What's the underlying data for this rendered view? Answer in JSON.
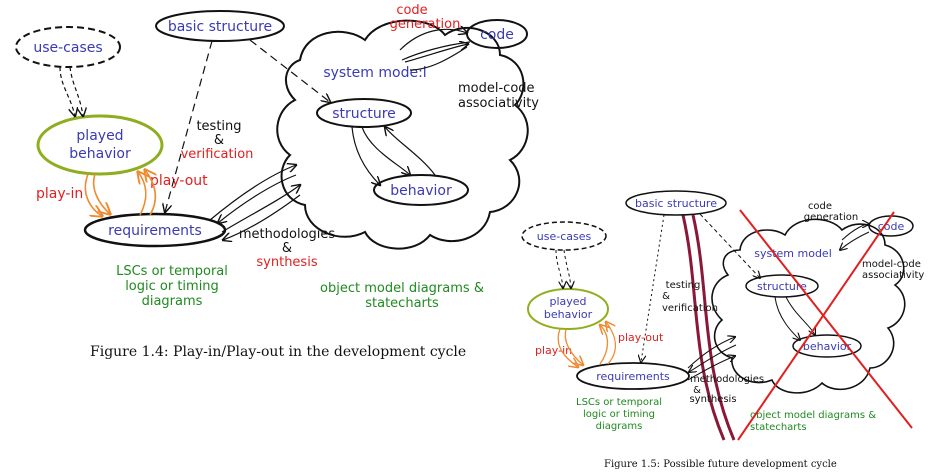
{
  "colors": {
    "blue": "#3a3ab4",
    "red": "#e02020",
    "green": "#1f8a1f",
    "olive": "#8fae1f",
    "orange": "#f08a30",
    "maroon": "#8a1838",
    "crossRed": "#e02020",
    "ink": "#111111"
  },
  "fig1": {
    "use_cases": "use-cases",
    "basic_structure": "basic structure",
    "code": "code",
    "code_generation_1": "code",
    "code_generation_2": "generation",
    "system_model": "system mode:l",
    "model_code_1": "model-code",
    "model_code_2": "associativity",
    "structure": "structure",
    "behavior": "behavior",
    "played_1": "played",
    "played_2": "behavior",
    "testing_1": "testing",
    "testing_2": "&",
    "testing_3": "verification",
    "play_out": "play-out",
    "play_in": "play-in",
    "requirements": "requirements",
    "methodologies_1": "methodologies",
    "methodologies_2": "&",
    "methodologies_3": "synthesis",
    "lscs_1": "LSCs or temporal",
    "lscs_2": "logic or timing",
    "lscs_3": "diagrams",
    "objmodel_1": "object model diagrams &",
    "objmodel_2": "statecharts",
    "caption": "Figure 1.4: Play-in/Play-out in the development cycle"
  },
  "fig2": {
    "basic_structure": "basic structure",
    "code_generation_1": "code",
    "code_generation_2": "generation",
    "code": "code",
    "use_cases": "use-cases",
    "system_model": "system model",
    "model_code_1": "model-code",
    "model_code_2": "associativity",
    "testing_1": "testing",
    "testing_2": "&",
    "testing_3": "verification",
    "structure": "structure",
    "played_1": "played",
    "played_2": "behavior",
    "play_out": "play-out",
    "play_in": "play-in",
    "behavior": "behavior",
    "requirements": "requirements",
    "methodologies_1": "methodologies",
    "methodologies_2": "&",
    "methodologies_3": "synthesis",
    "lscs_1": "LSCs or temporal",
    "lscs_2": "logic or timing",
    "lscs_3": "diagrams",
    "objmodel_1": "object model diagrams &",
    "objmodel_2": "statecharts",
    "caption": "Figure 1.5: Possible future development cycle"
  }
}
